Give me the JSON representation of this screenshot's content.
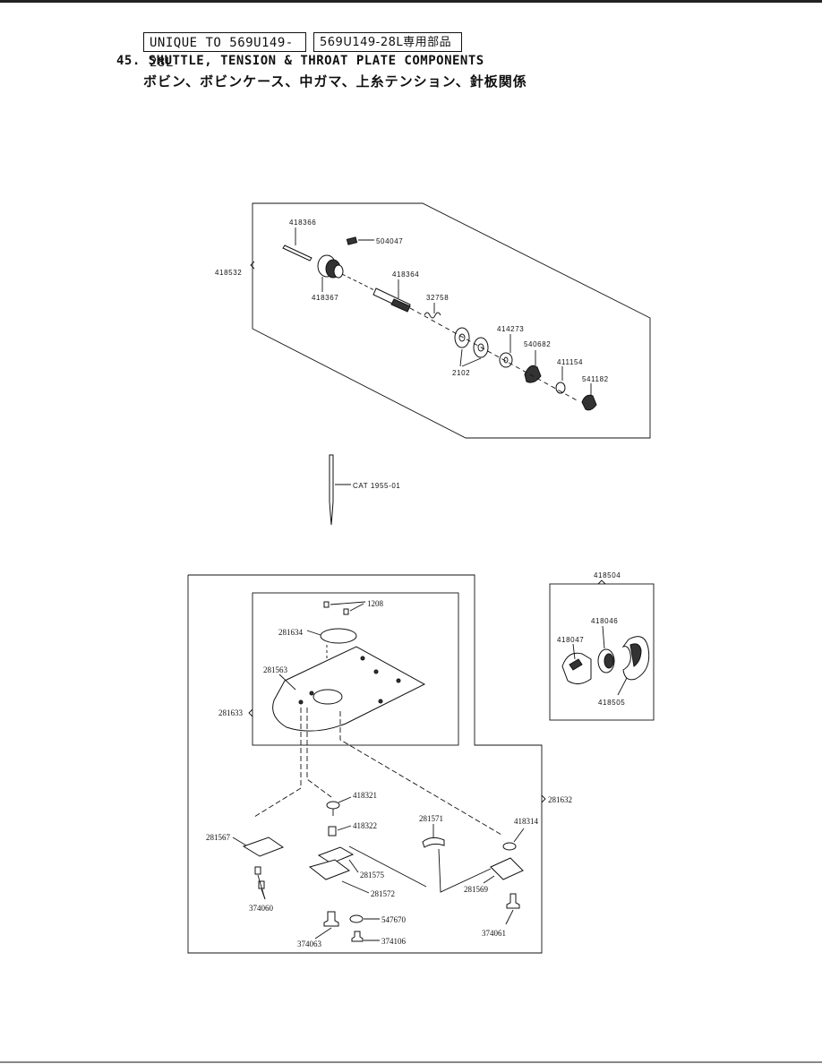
{
  "header": {
    "unique_label": "UNIQUE TO 569U149-28L",
    "unique_label_jp": "569U149-28L専用部品",
    "section_title": "45. SHUTTLE, TENSION & THROAT PLATE COMPONENTS",
    "section_title_jp": "ボビン、ボビンケース、中ガマ、上糸テンション、針板関係"
  },
  "tension_assembly": {
    "assembly": "418532",
    "parts": [
      "418366",
      "504047",
      "418364",
      "418367",
      "32758",
      "2102",
      "414273",
      "540682",
      "411154",
      "541182"
    ]
  },
  "needle": {
    "label": "CAT 1955-01"
  },
  "shuttle_assembly": {
    "assembly": "418504",
    "parts": [
      "418046",
      "418047",
      "418505"
    ]
  },
  "throat_plate": {
    "assembly": "281633",
    "sub_assembly": "281632",
    "parts": [
      "1208",
      "281634",
      "281563",
      "418321",
      "418322",
      "281571",
      "418314",
      "281567",
      "281575",
      "281572",
      "281569",
      "374060",
      "547670",
      "374063",
      "374106",
      "374061"
    ]
  }
}
